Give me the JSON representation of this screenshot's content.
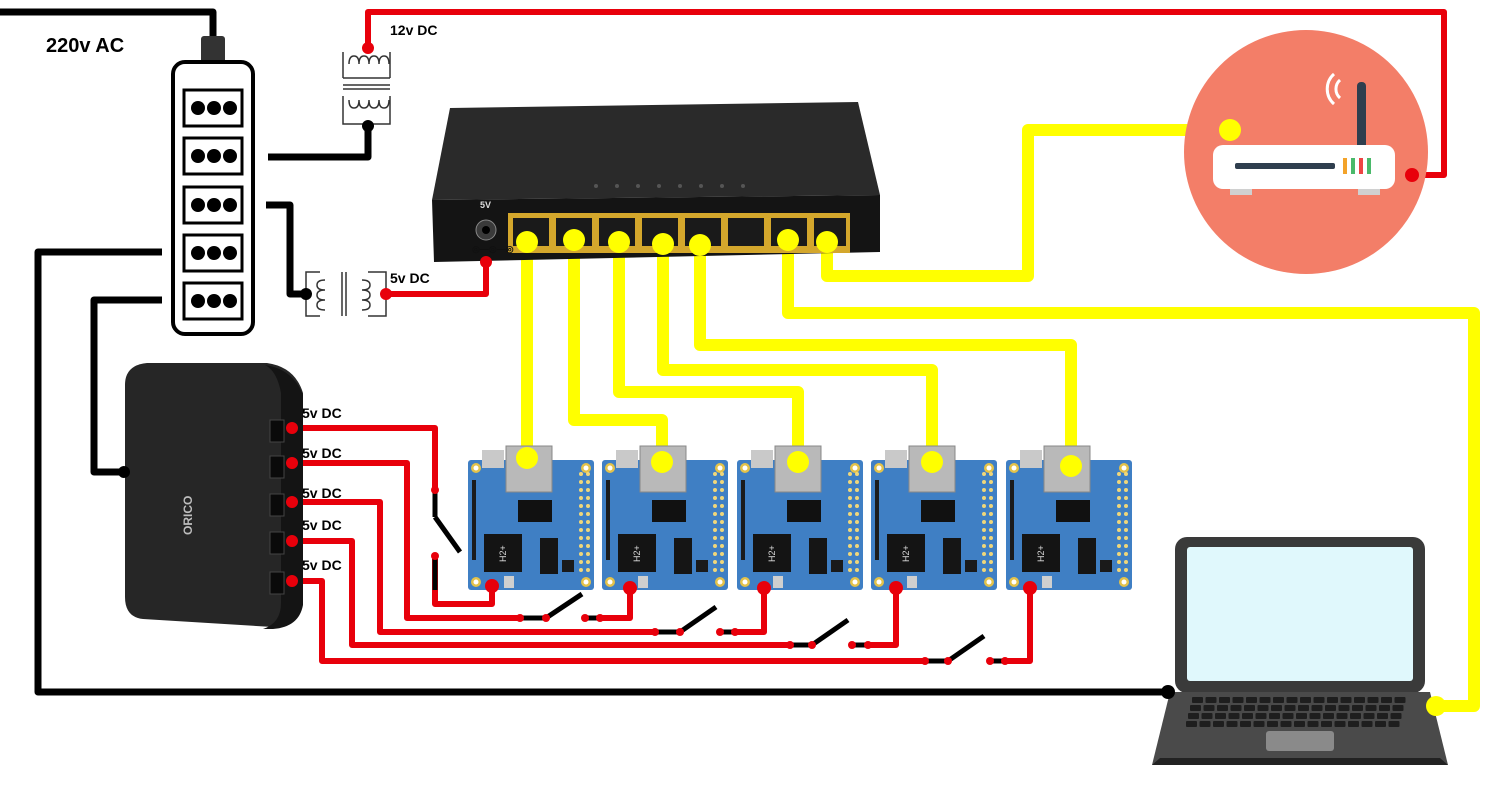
{
  "labels": {
    "mains": "220v AC",
    "transformer_12v": "12v DC",
    "transformer_5v": "5v DC",
    "switch_power": "5V",
    "usb_ports": [
      "5v DC",
      "5v DC",
      "5v DC",
      "5v DC",
      "5v DC"
    ],
    "board_chip": "H2+"
  },
  "brand": "ORICO",
  "colors": {
    "power_ac": "#000000",
    "power_dc": "#e8000b",
    "ethernet": "#ffff00",
    "router_circle": "#f37e68",
    "board_pcb": "#3f7fc4",
    "switch_body": "#1c1c1c",
    "laptop_screen": "#e0f8fc"
  },
  "icons": [
    "power-strip-icon",
    "transformer-icon",
    "network-switch-icon",
    "wifi-router-icon",
    "usb-charger-icon",
    "sbc-board-icon",
    "laptop-icon",
    "knife-switch-icon"
  ]
}
